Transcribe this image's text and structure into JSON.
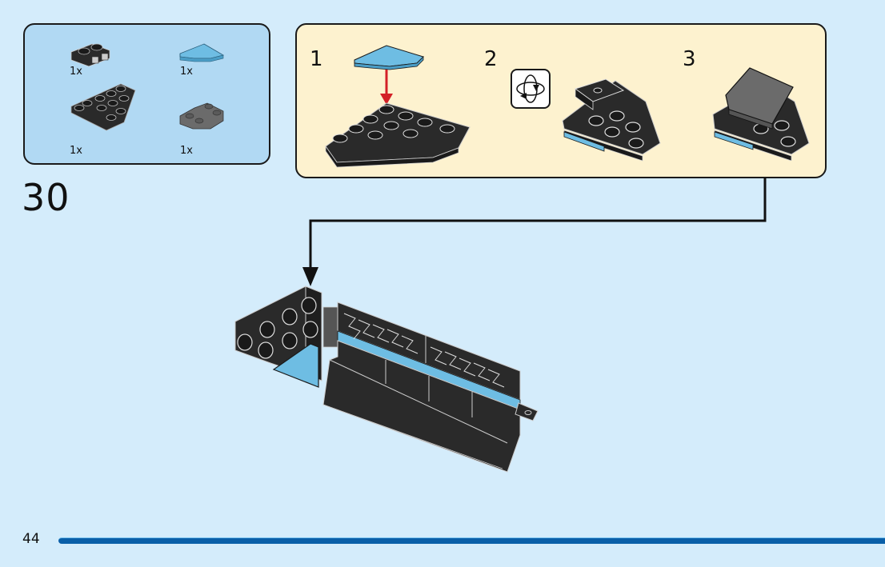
{
  "parts_list": {
    "items": [
      {
        "name": "black-plate-1x2-with-clips",
        "qty": "1x",
        "color": "#2a2a2a"
      },
      {
        "name": "medium-azure-wedge-tile",
        "qty": "1x",
        "color": "#6ebde3"
      },
      {
        "name": "black-wedge-plate-4x4",
        "qty": "1x",
        "color": "#2a2a2a"
      },
      {
        "name": "dark-grey-inverted-slope-2x2",
        "qty": "1x",
        "color": "#6b6b6b"
      }
    ]
  },
  "substeps": [
    {
      "number": "1"
    },
    {
      "number": "2"
    },
    {
      "number": "3"
    }
  ],
  "step": {
    "number": "30"
  },
  "page": {
    "number": "44"
  },
  "colors": {
    "background": "#d4ecfb",
    "parts_box": "#b1d9f3",
    "substep_box": "#fdf2cf",
    "footer_bar": "#0a5fa8",
    "arrow_red": "#d32027",
    "azure": "#6ebde3",
    "black_brick": "#2a2a2a",
    "grey_brick": "#6b6b6b"
  }
}
